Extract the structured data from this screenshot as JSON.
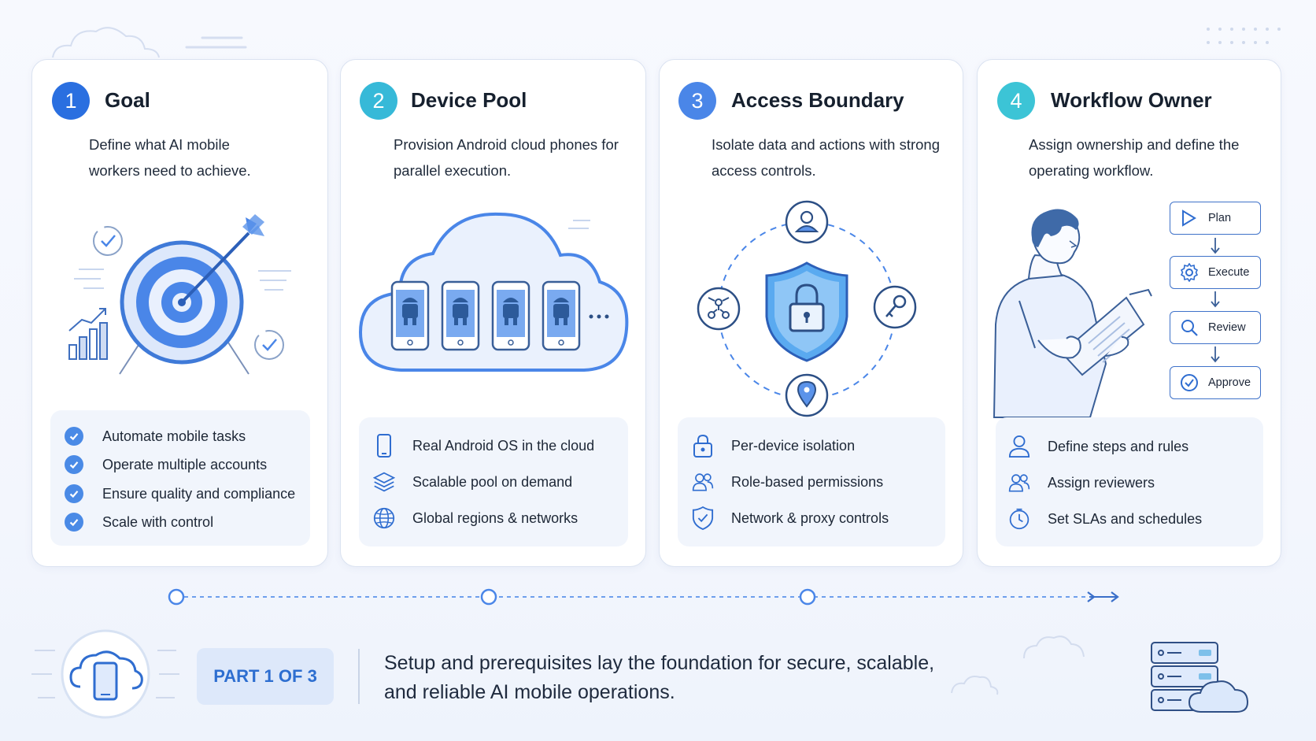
{
  "cards": [
    {
      "number": "1",
      "title": "Goal",
      "description": "Define what AI mobile workers need to achieve.",
      "accent": "#2a6fe0",
      "features": [
        {
          "icon": "check-circle-icon",
          "label": "Automate mobile tasks"
        },
        {
          "icon": "check-circle-icon",
          "label": "Operate multiple accounts"
        },
        {
          "icon": "check-circle-icon",
          "label": "Ensure quality and compliance"
        },
        {
          "icon": "check-circle-icon",
          "label": "Scale with control"
        }
      ]
    },
    {
      "number": "2",
      "title": "Device Pool",
      "description": "Provision Android cloud phones for parallel execution.",
      "accent": "#36b9d8",
      "features": [
        {
          "icon": "phone-icon",
          "label": "Real Android OS in the cloud"
        },
        {
          "icon": "layers-icon",
          "label": "Scalable pool on demand"
        },
        {
          "icon": "globe-icon",
          "label": "Global regions & networks"
        }
      ]
    },
    {
      "number": "3",
      "title": "Access Boundary",
      "description": "Isolate data and actions with strong access controls.",
      "accent": "#4a86e8",
      "features": [
        {
          "icon": "lock-icon",
          "label": "Per-device isolation"
        },
        {
          "icon": "users-icon",
          "label": "Role-based permissions"
        },
        {
          "icon": "shield-check-icon",
          "label": "Network & proxy controls"
        }
      ]
    },
    {
      "number": "4",
      "title": "Workflow Owner",
      "description": "Assign ownership and define the operating workflow.",
      "accent": "#3cc4d6",
      "features": [
        {
          "icon": "user-icon",
          "label": "Define steps and rules"
        },
        {
          "icon": "users-icon",
          "label": "Assign reviewers"
        },
        {
          "icon": "clock-icon",
          "label": "Set SLAs and schedules"
        }
      ]
    }
  ],
  "workflow_steps": [
    {
      "icon": "play-icon",
      "label": "Plan"
    },
    {
      "icon": "gear-icon",
      "label": "Execute"
    },
    {
      "icon": "search-icon",
      "label": "Review"
    },
    {
      "icon": "check-circle-icon",
      "label": "Approve"
    }
  ],
  "footer": {
    "part_label": "PART 1 OF 3",
    "summary": "Setup and prerequisites lay the foundation for secure, scalable, and reliable AI mobile operations."
  },
  "colors": {
    "primary": "#2a6fe0",
    "light_blue": "#4a8ae6",
    "cyan": "#36b9d8",
    "border": "#dbe3f1",
    "panel": "#f1f5fc"
  }
}
